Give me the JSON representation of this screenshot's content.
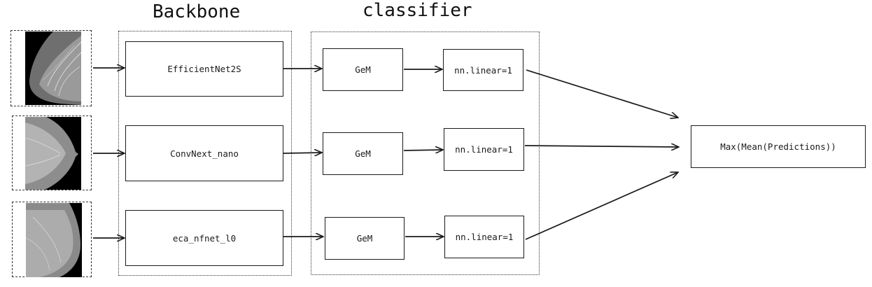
{
  "titles": {
    "backbone": "Backbone",
    "classifier": "classifier"
  },
  "rows": [
    {
      "image": "mammogram-mlo-view",
      "backbone": "EfficientNet2S",
      "pooling": "GeM",
      "head": "nn.linear=1"
    },
    {
      "image": "mammogram-cc-view",
      "backbone": "ConvNext_nano",
      "pooling": "GeM",
      "head": "nn.linear=1"
    },
    {
      "image": "mammogram-mlo-view",
      "backbone": "eca_nfnet_l0",
      "pooling": "GeM",
      "head": "nn.linear=1"
    }
  ],
  "output": "Max(Mean(Predictions))",
  "colors": {
    "stroke": "#1a1a1a",
    "image_bg": "#000000"
  }
}
